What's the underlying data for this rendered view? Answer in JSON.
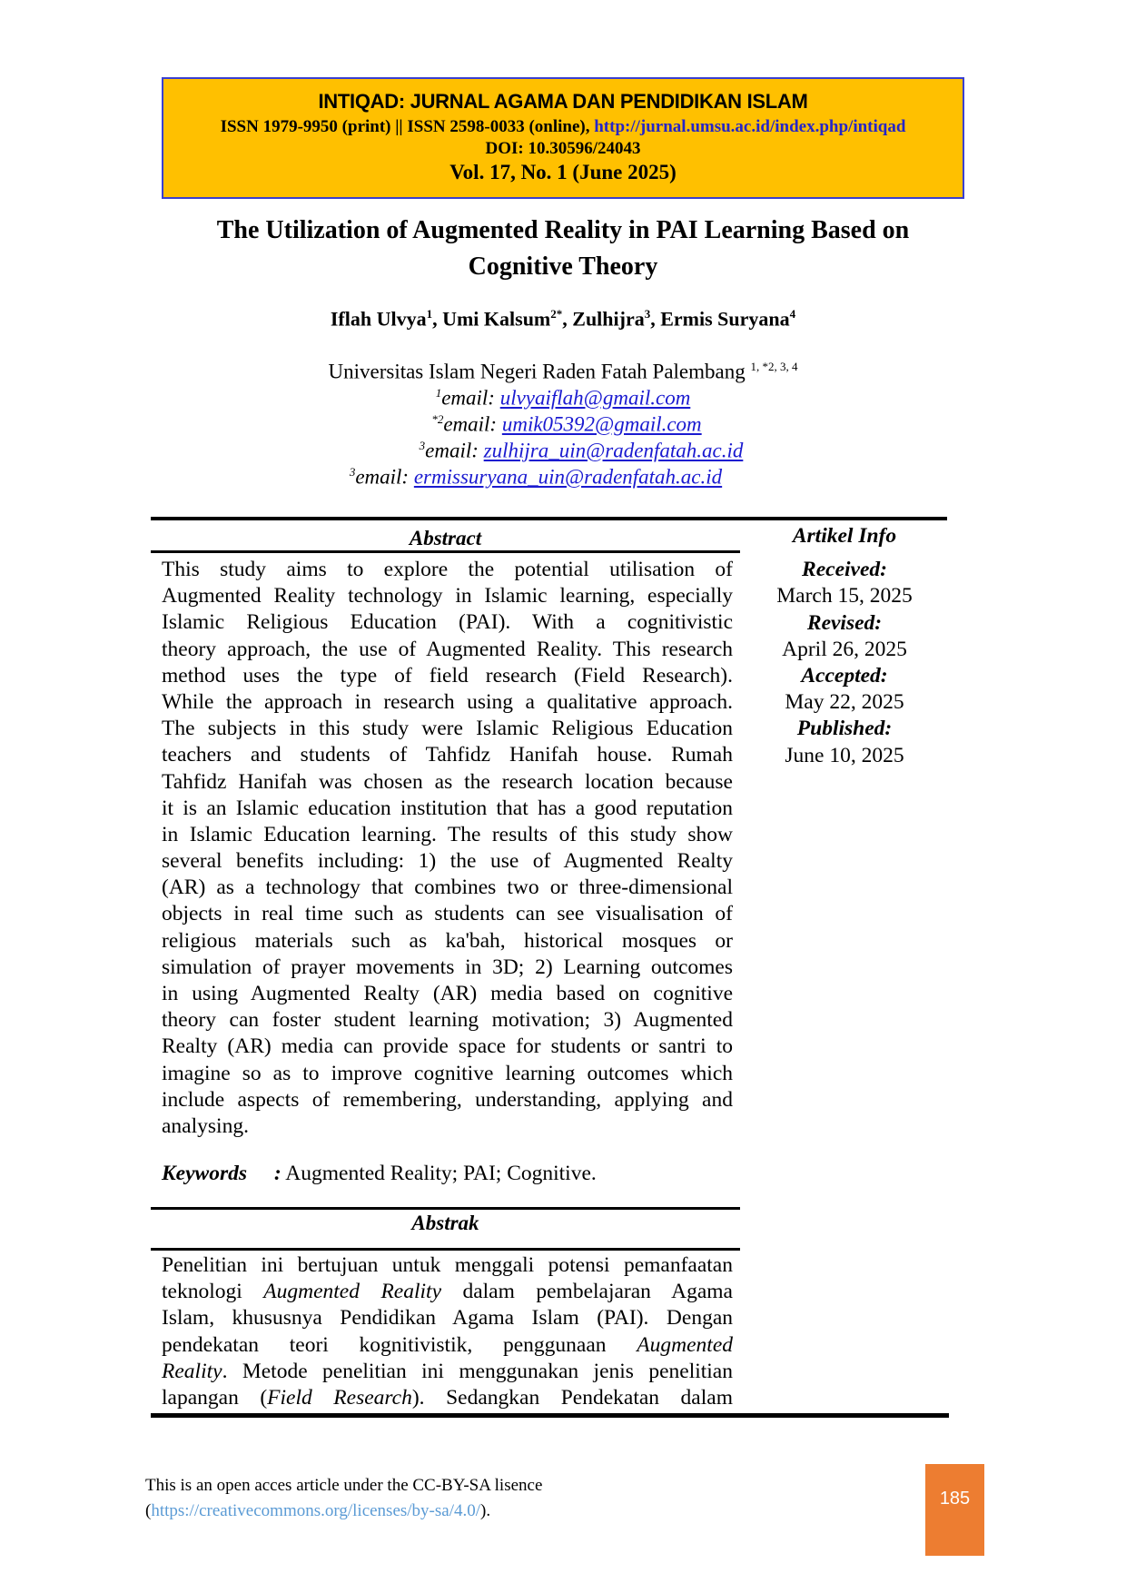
{
  "journal": {
    "name": "INTIQAD: JURNAL AGAMA DAN PENDIDIKAN ISLAM",
    "issn_text": "ISSN 1979-9950 (print) || ISSN 2598-0033 (online), ",
    "url": "http://jurnal.umsu.ac.id/index.php/intiqad",
    "doi": "DOI: 10.30596/24043",
    "volume": "Vol. 17, No. 1 (June 2025)"
  },
  "article": {
    "title_line1": "The Utilization of Augmented Reality in PAI Learning Based on",
    "title_line2": "Cognitive Theory",
    "authors": [
      {
        "name": "Iflah Ulvya",
        "sup": "1",
        "sep": ", "
      },
      {
        "name": "Umi Kalsum",
        "sup": "2*",
        "sep": ", "
      },
      {
        "name": "Zulhijra",
        "sup": "3",
        "sep": ", "
      },
      {
        "name": "Ermis Suryana",
        "sup": "4",
        "sep": ""
      }
    ],
    "affiliation": "Universitas Islam Negeri Raden Fatah Palembang",
    "affiliation_sup": "1, *2, 3, 4",
    "emails": [
      {
        "sup": "1",
        "label": "email: ",
        "address": "ulvyaiflah@gmail.com"
      },
      {
        "sup": "*2",
        "label": "email: ",
        "address": "umik05392@gmail.com"
      },
      {
        "sup": "3",
        "label": "email: ",
        "address": "zulhijra_uin@radenfatah.ac.id"
      },
      {
        "sup": "3",
        "label": "email: ",
        "address": "ermissuryana_uin@radenfatah.ac.id"
      }
    ]
  },
  "abstract": {
    "heading": "Abstract",
    "lines": [
      "This study aims to explore the potential utilisation of",
      "Augmented Reality technology in Islamic learning, especially",
      "Islamic Religious Education (PAI). With a cognitivistic",
      "theory approach, the use of Augmented Reality. This research",
      "method uses the type of field research (Field Research).",
      "While the approach in research using a qualitative approach.",
      "The subjects in this study were Islamic Religious Education",
      "teachers and students of Tahfidz Hanifah house. Rumah",
      "Tahfidz Hanifah was chosen as the research location because",
      "it is an Islamic education institution that has a good reputation",
      "in Islamic Education learning. The results of this study show",
      "several benefits including: 1) the use of Augmented Realty",
      "(AR) as a technology that combines two or three-dimensional",
      "objects in real time such as students can see visualisation of",
      "religious materials such as ka'bah, historical mosques or",
      "simulation of prayer movements in 3D; 2) Learning outcomes",
      "in using Augmented Realty (AR) media based on cognitive",
      "theory can foster student learning motivation; 3) Augmented",
      "Realty (AR) media can provide space for students or santri to",
      "imagine so as to improve cognitive learning outcomes which",
      "include aspects of remembering, understanding, applying and",
      "analysing."
    ],
    "keywords_label": "Keywords",
    "keywords_sep": ":",
    "keywords": "Augmented Reality; PAI; Cognitive."
  },
  "article_info": {
    "heading": "Artikel Info",
    "items": [
      {
        "label": "Received:",
        "date": "March 15, 2025"
      },
      {
        "label": "Revised:",
        "date": "April 26, 2025"
      },
      {
        "label": "Accepted:",
        "date": "May 22, 2025"
      },
      {
        "label": "Published:",
        "date": "June 10, 2025"
      }
    ]
  },
  "abstrak": {
    "heading": "Abstrak",
    "lines": [
      [
        {
          "t": "Penelitian ini bertujuan untuk menggali potensi pemanfaatan"
        }
      ],
      [
        {
          "t": "teknologi "
        },
        {
          "t": "Augmented Reality",
          "i": true
        },
        {
          "t": " dalam pembelajaran Agama"
        }
      ],
      [
        {
          "t": "Islam, khususnya Pendidikan Agama Islam (PAI). Dengan"
        }
      ],
      [
        {
          "t": "pendekatan teori kognitivistik, penggunaan "
        },
        {
          "t": "Augmented",
          "i": true
        }
      ],
      [
        {
          "t": "Reality",
          "i": true
        },
        {
          "t": ". Metode penelitian ini menggunakan jenis penelitian"
        }
      ],
      [
        {
          "t": "lapangan ("
        },
        {
          "t": "Field Research",
          "i": true
        },
        {
          "t": "). Sedangkan Pendekatan dalam"
        }
      ]
    ]
  },
  "footer": {
    "license_text": "This is an open acces article under the CC-BY-SA lisence",
    "license_open": "(",
    "license_url": "https://creativecommons.org/licenses/by-sa/4.0/",
    "license_close": ").",
    "page_number": "185"
  }
}
